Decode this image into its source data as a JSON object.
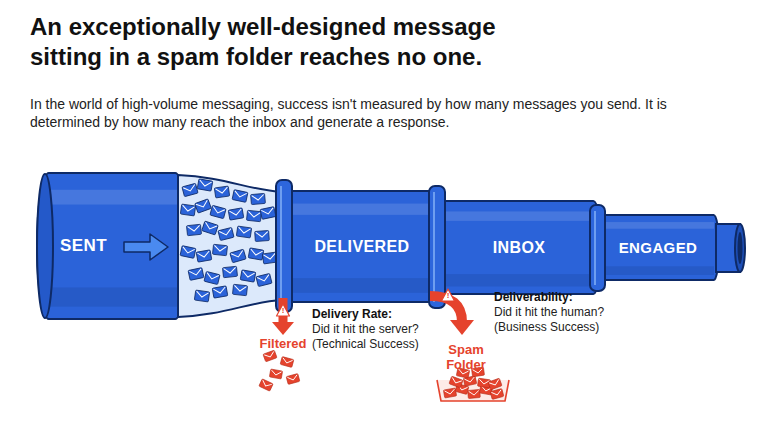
{
  "diagram": {
    "title": "An exceptionally well-designed message sitting in a spam folder reaches no one.",
    "nodes": [
      {
        "text": [
          "SENT"
        ]
      },
      {
        "text": [
          "DELIVERED"
        ]
      },
      {
        "text": [
          "INBOX"
        ]
      },
      {
        "text": [
          "ENGAGED"
        ]
      }
    ],
    "labels": [
      "In the world of high-volume messaging, success isn't measured by how many messages you send. It is determined by how many reach the inbox and generate a response.",
      "!",
      "Filtered",
      "Delivery Rate:",
      "Did it hit the server? (Technical Success)",
      "!",
      "Spam Folder",
      "Deliverability:",
      "Did it hit the human? (Business Success)"
    ]
  }
}
